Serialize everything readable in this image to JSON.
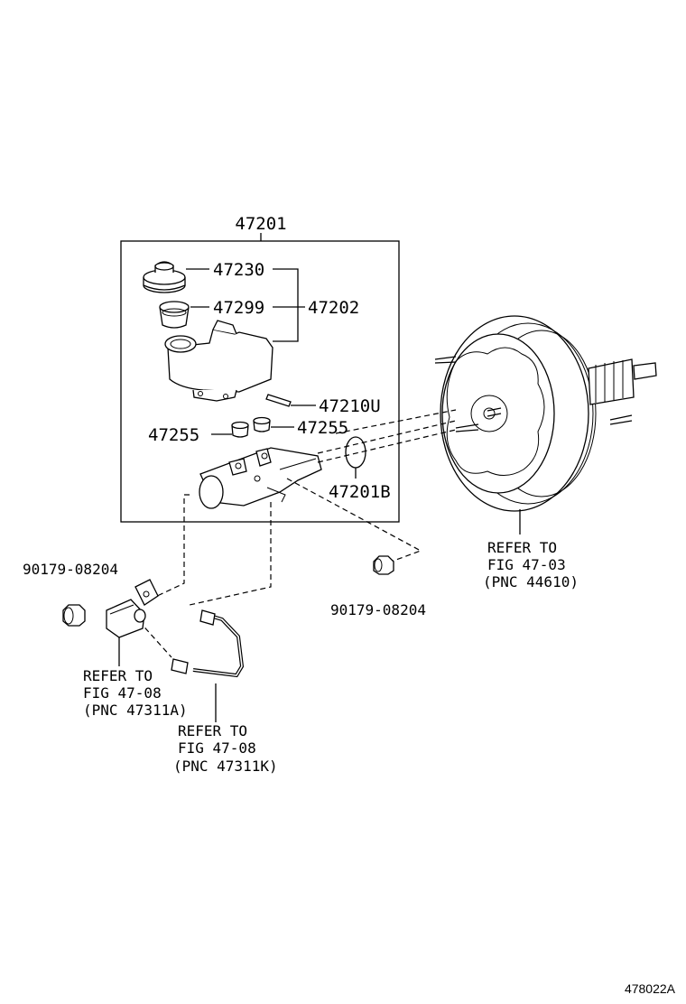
{
  "parts": {
    "assembly": "47201",
    "cap": "47230",
    "strainer": "47299",
    "reservoir": "47202",
    "pin": "47210U",
    "grommet_left": "47255",
    "grommet_right": "47255",
    "oring": "47201B",
    "nut_left": "90179-08204",
    "nut_right": "90179-08204"
  },
  "refs": {
    "booster": {
      "line1": "REFER TO",
      "line2": "FIG 47-03",
      "line3": "(PNC 44610)"
    },
    "valve": {
      "line1": "REFER TO",
      "line2": "FIG 47-08",
      "line3": "(PNC 47311A)"
    },
    "tube": {
      "line1": "REFER TO",
      "line2": "FIG 47-08",
      "line3": "(PNC 47311K)"
    }
  },
  "diagram_id": "478022A"
}
